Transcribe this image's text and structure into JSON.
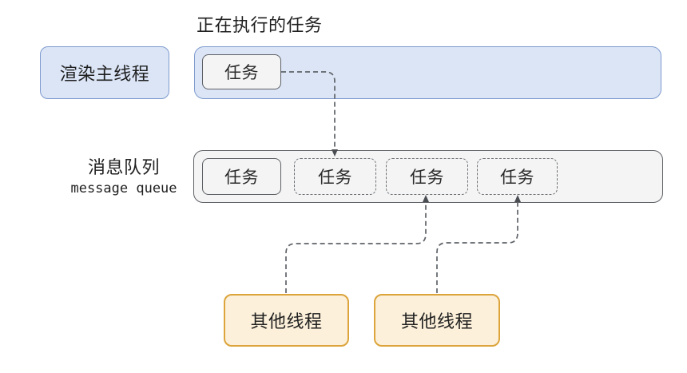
{
  "labels": {
    "executing_task_caption": "正在执行的任务",
    "render_main_thread": "渲染主线程"
  },
  "main_thread": {
    "executing_task": {
      "label": "任务"
    }
  },
  "queue": {
    "title_cn": "消息队列",
    "title_en": "message queue",
    "tasks": [
      {
        "label": "任务",
        "style": "solid"
      },
      {
        "label": "任务",
        "style": "dashed"
      },
      {
        "label": "任务",
        "style": "dashed"
      },
      {
        "label": "任务",
        "style": "dashed"
      }
    ]
  },
  "other_threads": [
    {
      "label": "其他线程"
    },
    {
      "label": "其他线程"
    }
  ],
  "connectors": [
    {
      "name": "executing-task-to-queue",
      "style": "dashed-arrow"
    },
    {
      "name": "other-thread-1-to-queue",
      "style": "dashed-arrow"
    },
    {
      "name": "other-thread-2-to-queue",
      "style": "dashed-arrow"
    }
  ],
  "colors": {
    "thread_fill": "#dbe5f6",
    "thread_border": "#7e9ace",
    "queue_fill": "#f4f4f4",
    "queue_border": "#5d6065",
    "other_thread_fill": "#fcf0da",
    "other_thread_border": "#dca43b",
    "connector": "#5f6368",
    "text": "#1f1f1f",
    "background": "#ffffff"
  }
}
